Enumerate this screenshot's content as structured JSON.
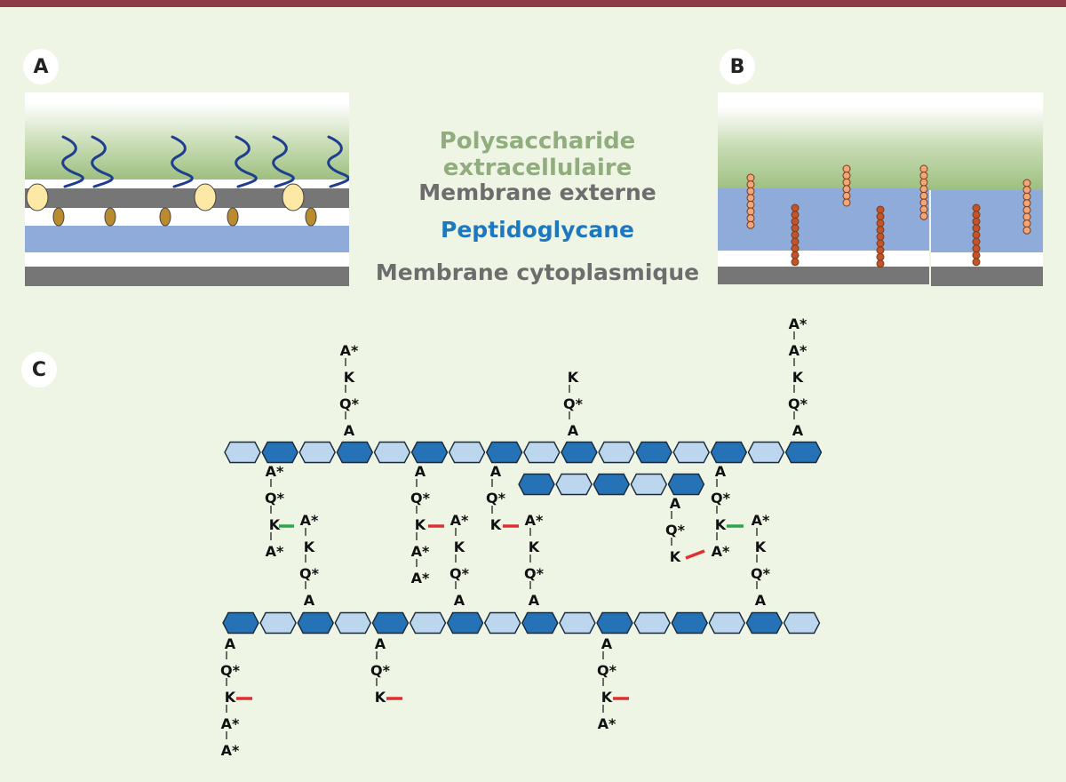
{
  "colors": {
    "topbar": "#8e3b48",
    "background": "#eef5e4",
    "polysaccharide": "#9dbf80",
    "outer_membrane": "#767676",
    "peptidoglycan": "#8fabd9",
    "cytoplasmic_membrane": "#767676",
    "glycan_dark": "#2672b6",
    "glycan_light": "#bcd6ee",
    "link_red": "#e02f2f",
    "link_green": "#2ea54a",
    "lipoprotein": "#fde9a5",
    "oval": "#b98a2e",
    "chain_light": "#f2a779",
    "chain_dark": "#c1542a",
    "chain_line": "#7a3a1a",
    "polysaccharide_strand": "#1f3e8f"
  },
  "panels": {
    "a": "A",
    "b": "B",
    "c": "C"
  },
  "legend": {
    "polysaccharide": {
      "text": "Polysaccharide extracellulaire",
      "color": "#91ad7e"
    },
    "outer_membrane": {
      "text": "Membrane externe",
      "color": "#6d6d6d"
    },
    "peptidoglycan": {
      "text": "Peptidoglycane",
      "color": "#1d78bf"
    },
    "cytoplasmic_membrane": {
      "text": "Membrane cytoplasmique",
      "color": "#6d6d6d"
    }
  },
  "peptide_letters": {
    "A_star": "A*",
    "Q_star": "Q*",
    "K": "K",
    "A": "A"
  }
}
